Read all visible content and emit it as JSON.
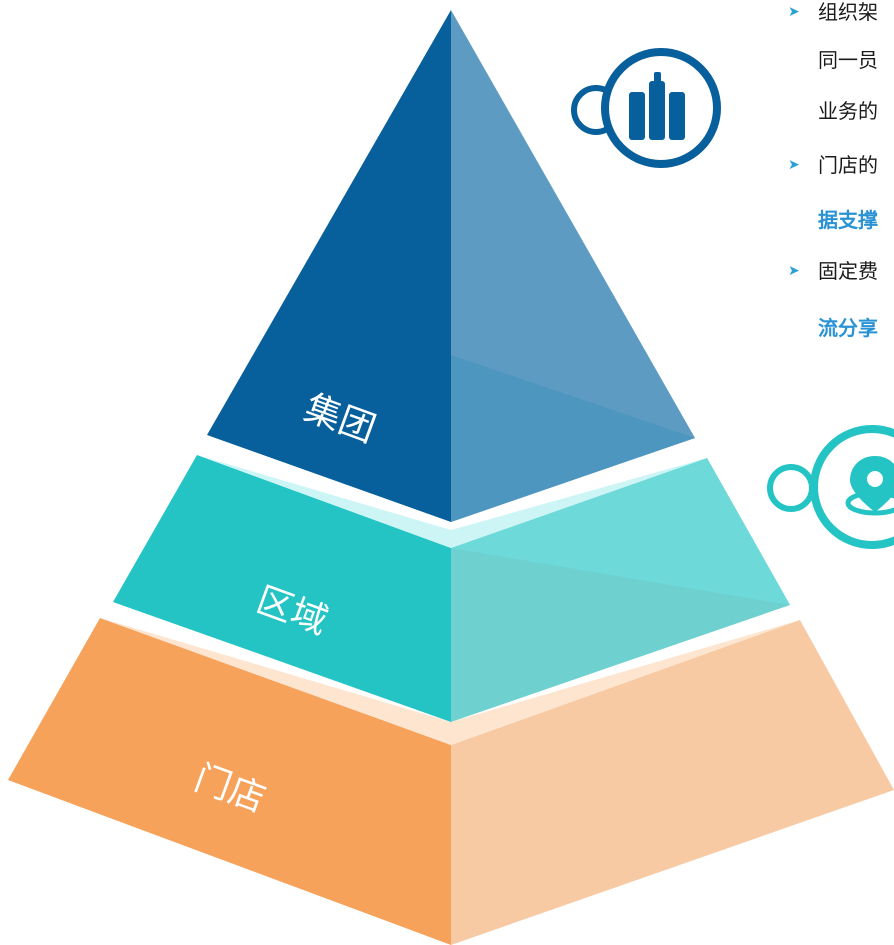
{
  "tiers": {
    "top": {
      "label": "集团"
    },
    "middle": {
      "label": "区域"
    },
    "bottom": {
      "label": "门店"
    }
  },
  "colors": {
    "group_front": "#075f9c",
    "group_side": "#5d9bc2",
    "region_front": "#24c4c5",
    "region_side": "#6fd1cf",
    "store_front": "#f7a25b",
    "store_side": "#f8caa4",
    "accent": "#2a93d4"
  },
  "icons": {
    "group": "building-icon",
    "region": "location-pin-icon"
  },
  "bullets": [
    {
      "lines": [
        "组织架",
        "同一员",
        "业务的"
      ]
    },
    {
      "lines": [
        "门店的",
        "据支撑"
      ]
    },
    {
      "lines": [
        "固定费",
        "流分享"
      ]
    }
  ]
}
